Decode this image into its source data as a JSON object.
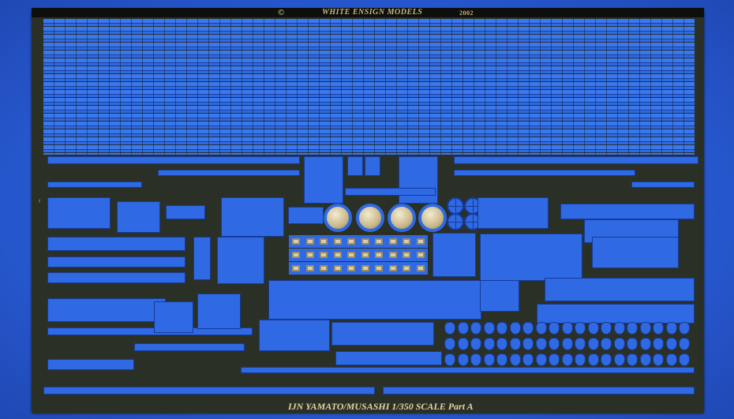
{
  "fret": {
    "copyright_symbol": "©",
    "maker": "WHITE ENSIGN MODELS",
    "year": "2002",
    "title": "IJN YAMATO/MUSASHI 1/350 SCALE  Part A",
    "colors": {
      "background": "#2a5fd8",
      "fret": "#2b3026",
      "etch": "#2f6ae4",
      "brass": "#d9cfa8"
    }
  }
}
